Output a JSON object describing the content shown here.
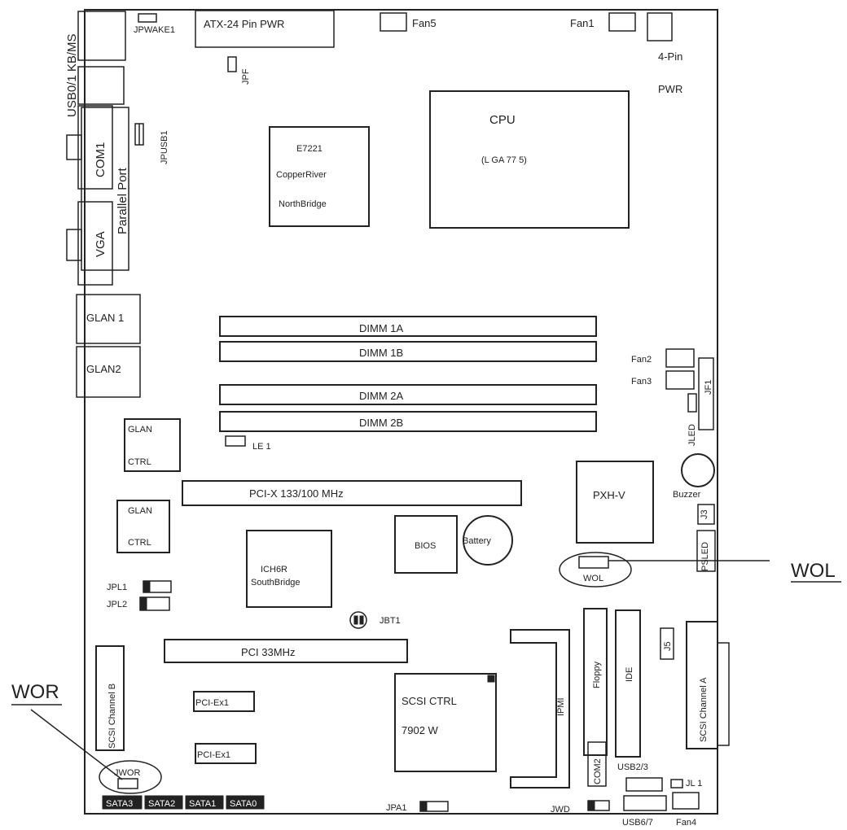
{
  "labels": {
    "atx": "ATX-24 Pin PWR",
    "jpwake": "JPWAKE1",
    "usb01": "USB0/1 KB/MS",
    "jpf": "JPF",
    "fan5": "Fan5",
    "fan1": "Fan1",
    "pin4": "4-Pin",
    "pwr": "PWR",
    "com1": "COM1",
    "jpusb1": "JPUSB1",
    "parallel": "Parallel Port",
    "vga": "VGA",
    "nb1": "E7221",
    "nb2": "CopperRiver",
    "nb3": "NorthBridge",
    "cpu": "CPU",
    "cpu_socket": "(L GA 77 5)",
    "glan1": "GLAN 1",
    "glan2": "GLAN2",
    "dimm1a": "DIMM 1A",
    "dimm1b": "DIMM 1B",
    "dimm2a": "DIMM 2A",
    "dimm2b": "DIMM 2B",
    "fan2": "Fan2",
    "fan3": "Fan3",
    "jf1": "JF1",
    "jled": "JLED",
    "le1": "LE 1",
    "glan_ctrl_a1": "GLAN",
    "glan_ctrl_a2": "CTRL",
    "glan_ctrl_b1": "GLAN",
    "glan_ctrl_b2": "CTRL",
    "pcix": "PCI-X 133/100 MHz",
    "pxhv": "PXH-V",
    "buzzer": "Buzzer",
    "j3": "J3",
    "psled": "PSLED",
    "bios": "BIOS",
    "battery": "Battery",
    "ich1": "ICH6R",
    "ich2": "SouthBridge",
    "wol_jumper": "WOL",
    "wol_callout": "WOL",
    "jpl1": "JPL1",
    "jpl2": "JPL2",
    "jbt1": "JBT1",
    "pci33": "PCI 33MHz",
    "ipmi": "IPMI",
    "floppy": "Floppy",
    "ide": "IDE",
    "j5": "J5",
    "scsi_a": "SCSI Channel A",
    "scsi_b": "SCSI Channel B",
    "wor_callout": "WOR",
    "pciex1_a": "PCI-Ex1",
    "pciex1_b": "PCI-Ex1",
    "scsi_ctrl1": "SCSI CTRL",
    "scsi_ctrl2": "7902 W",
    "jwor": "JWOR",
    "com2": "COM2",
    "usb23": "USB2/3",
    "jl1": "JL 1",
    "sata3": "SATA3",
    "sata2": "SATA2",
    "sata1": "SATA1",
    "sata0": "SATA0",
    "jpa1": "JPA1",
    "jwd": "JWD",
    "usb67": "USB6/7",
    "fan4": "Fan4"
  }
}
